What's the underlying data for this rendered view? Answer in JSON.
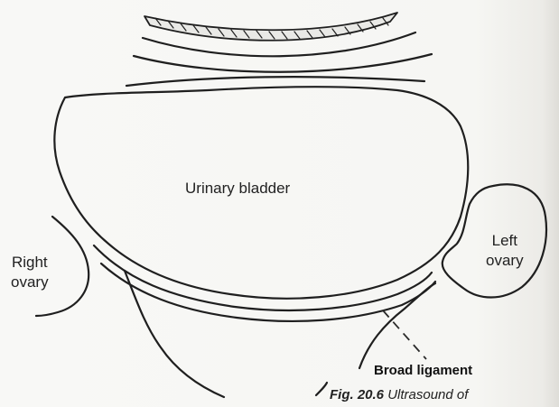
{
  "labels": {
    "bladder": "Urinary bladder",
    "right_ovary_line1": "Right",
    "right_ovary_line2": "ovary",
    "left_ovary_line1": "Left",
    "left_ovary_line2": "ovary",
    "broad_ligament": "Broad ligament"
  },
  "caption": {
    "figure_number": "Fig. 20.6",
    "text": "Ultrasound of"
  }
}
